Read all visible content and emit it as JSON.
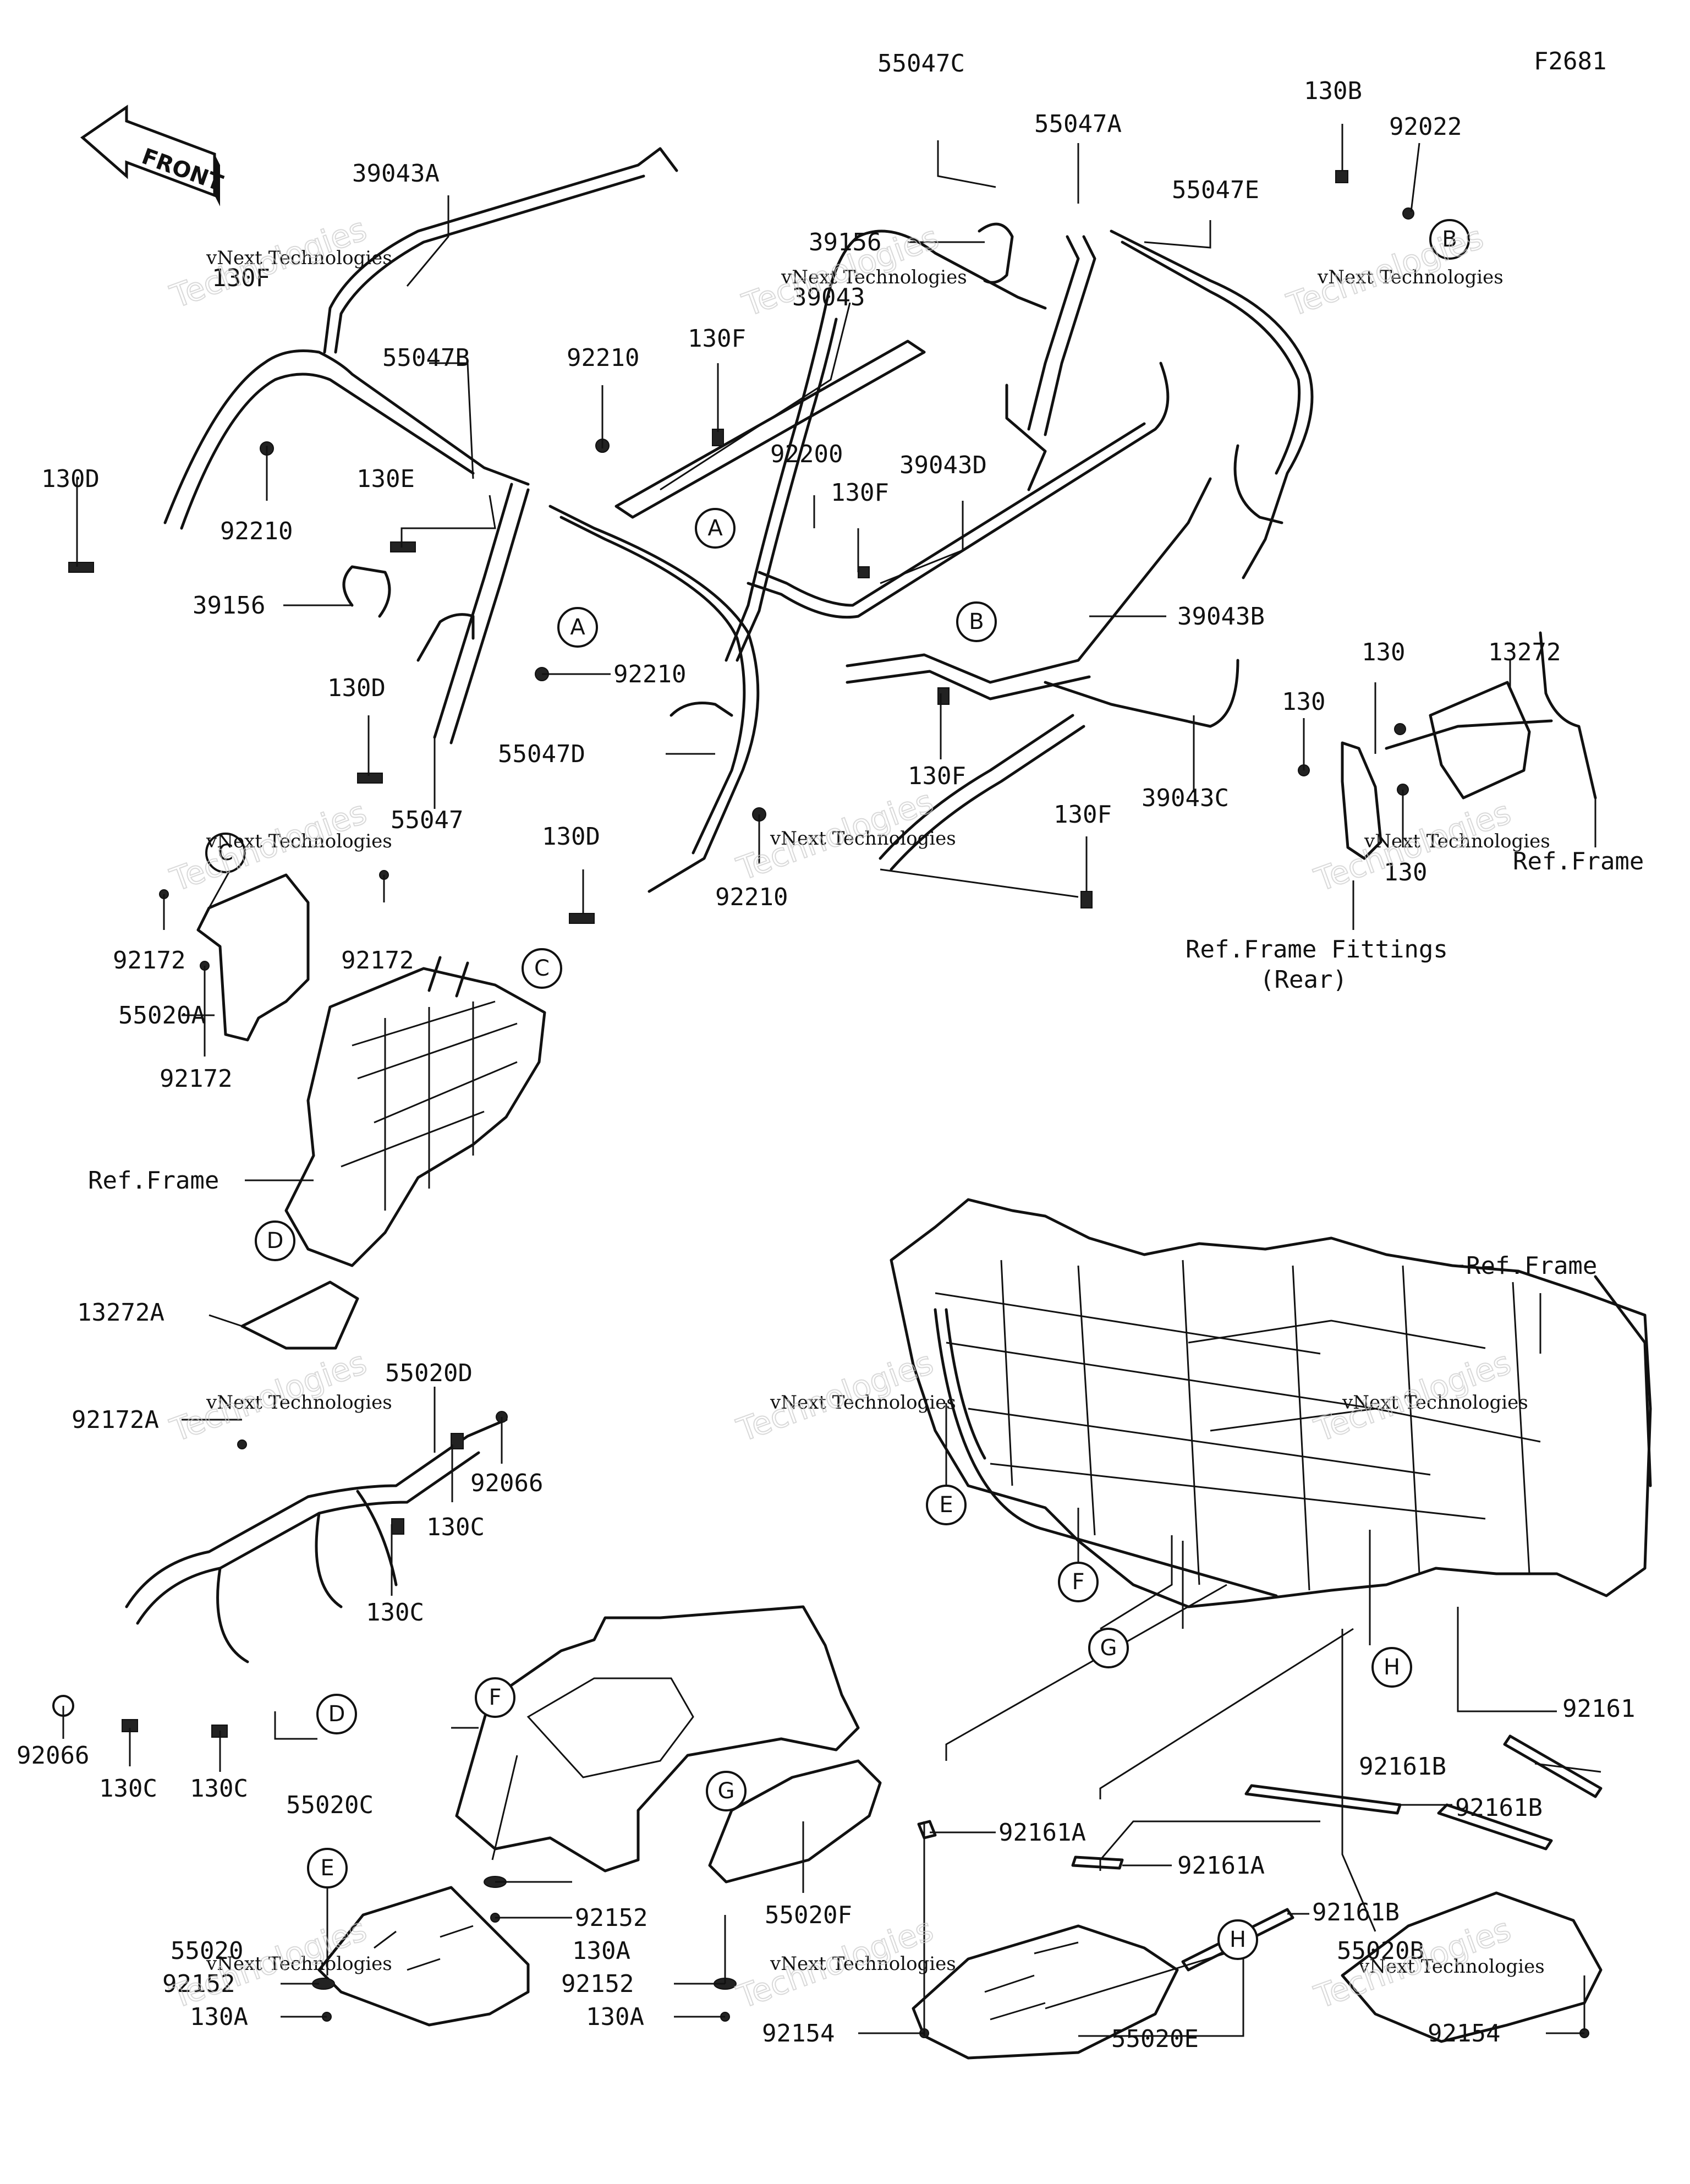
{
  "figure_code": "F2681",
  "front_arrow_label": "FRONT",
  "watermark": {
    "line1": "vNext Technologies",
    "line2": "Technologies"
  },
  "callouts": {
    "p39043A": "39043A",
    "p130F_a": "130F",
    "p55047B": "55047B",
    "p92210_a": "92210",
    "p130D_a": "130D",
    "p92210_b": "92210",
    "p130E": "130E",
    "p39156_a": "39156",
    "p130D_b": "130D",
    "p55047": "55047",
    "p92210_c": "92210",
    "p55047D": "55047D",
    "p130D_c": "130D",
    "p92210_d": "92210",
    "p55047C": "55047C",
    "p55047A": "55047A",
    "p39156_b": "39156",
    "p39043": "39043",
    "p130F_b": "130F",
    "p92200": "92200",
    "p130F_c": "130F",
    "p39043D": "39043D",
    "p39043B": "39043B",
    "p130F_d": "130F",
    "p39043C": "39043C",
    "p130F_e": "130F",
    "p55047E": "55047E",
    "p130B": "130B",
    "p92022": "92022",
    "p13272": "13272",
    "p130_a": "130",
    "p130_b": "130",
    "p130_c": "130",
    "ref_frame_a": "Ref.Frame",
    "ref_frame_fittings_1": "Ref.Frame Fittings",
    "ref_frame_fittings_2": "(Rear)",
    "p92172_a": "92172",
    "p92172_b": "92172",
    "p55020A": "55020A",
    "p92172_c": "92172",
    "ref_frame_b": "Ref.Frame",
    "p13272A": "13272A",
    "p92172A": "92172A",
    "p55020D": "55020D",
    "p92066_a": "92066",
    "p130C_a": "130C",
    "p130C_b": "130C",
    "p92066_b": "92066",
    "p130C_c": "130C",
    "p130C_d": "130C",
    "p55020C": "55020C",
    "p92152_a": "92152",
    "p130A_a": "130A",
    "p55020F": "55020F",
    "p55020": "55020",
    "p92152_b": "92152",
    "p130A_b": "130A",
    "p92152_c": "92152",
    "p130A_c": "130A",
    "ref_frame_c": "Ref.Frame",
    "p92161": "92161",
    "p92161B_a": "92161B",
    "p92161A_a": "92161A",
    "p92161B_b": "92161B",
    "p92161A_b": "92161A",
    "p92161B_c": "92161B",
    "p55020B": "55020B",
    "p92154_a": "92154",
    "p55020E": "55020E",
    "p92154_b": "92154"
  },
  "ref_letters": {
    "A": "A",
    "B": "B",
    "C": "C",
    "D": "D",
    "E": "E",
    "F": "F",
    "G": "G",
    "H": "H"
  }
}
